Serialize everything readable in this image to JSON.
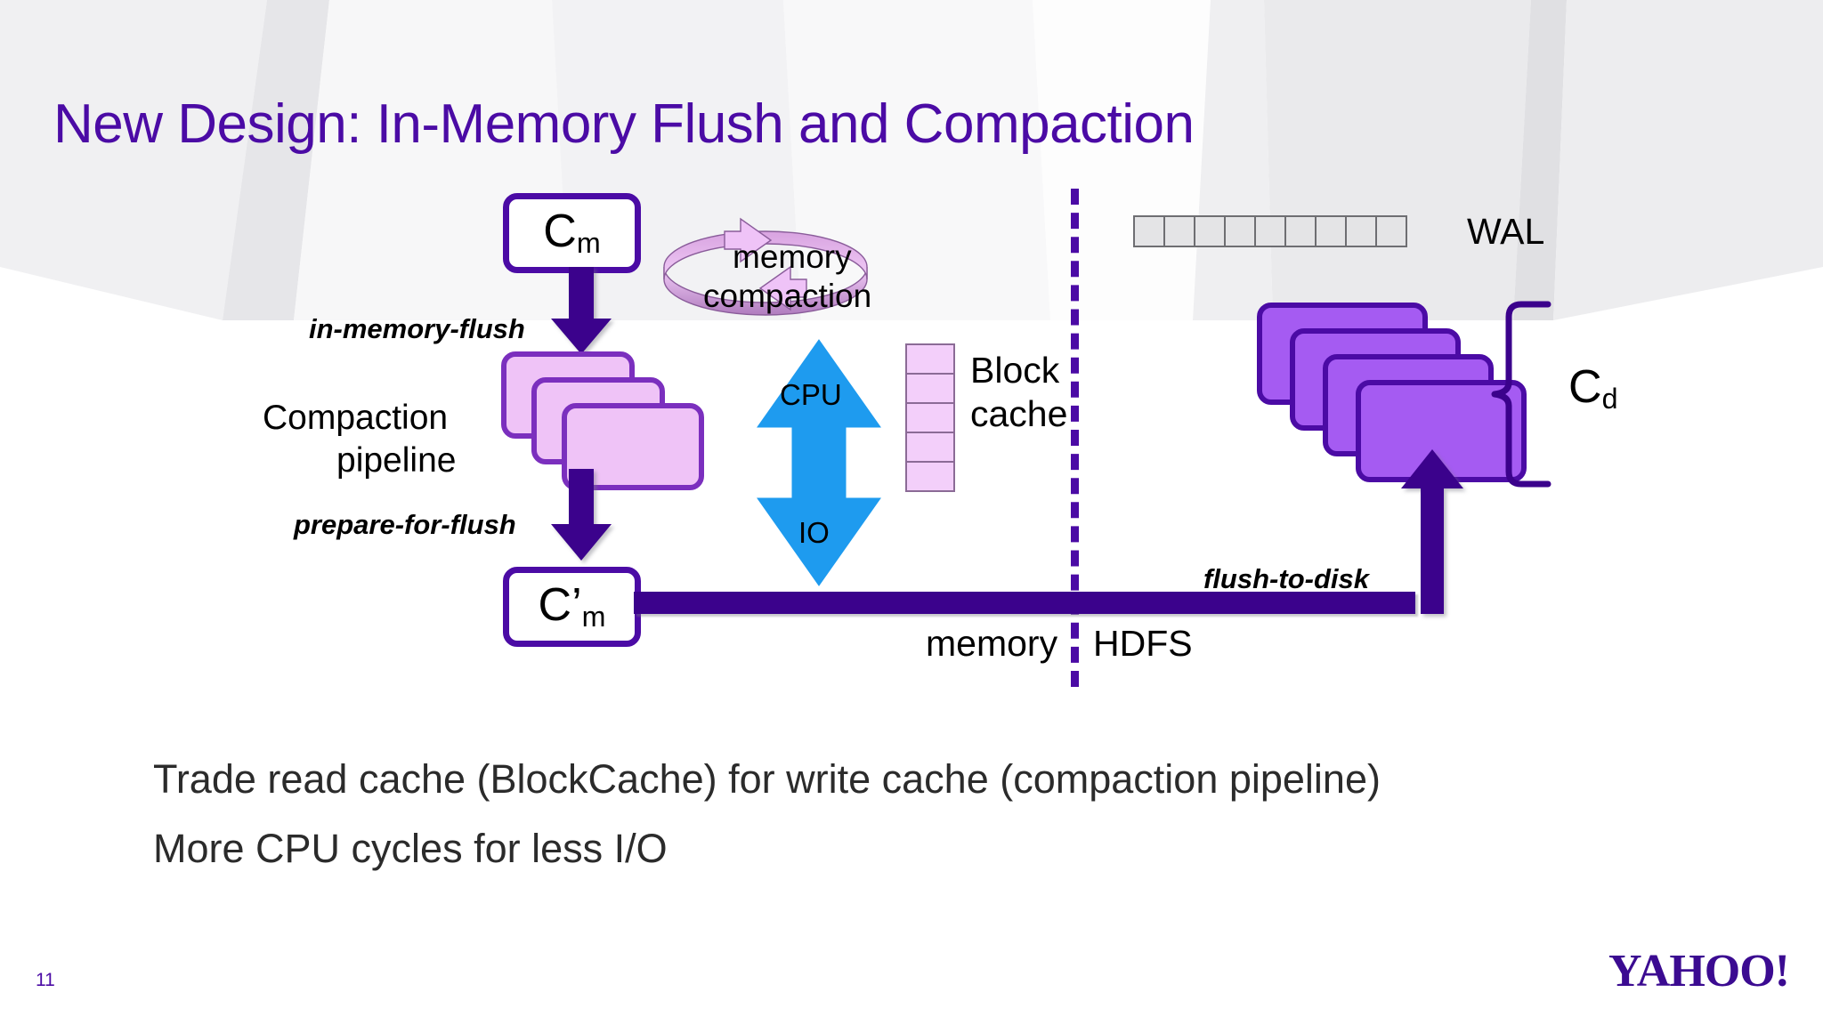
{
  "slide": {
    "title": "New Design: In-Memory Flush and Compaction",
    "page_number": "11",
    "logo": "YAHOO!",
    "title_color": "#4B0BA5",
    "accent_color": "#4B0BA5",
    "card_pink": "#EFC3F7",
    "card_violet": "#A55BF2",
    "cpu_arrow_color": "#1E9BEF",
    "wal_cell_color": "#E4E4E6"
  },
  "diagram": {
    "cm_box": {
      "label": "C",
      "subscript": "m"
    },
    "cm_prime_box": {
      "label": "C’",
      "subscript": "m"
    },
    "cd_label": {
      "label": "C",
      "subscript": "d"
    },
    "memory_compaction": {
      "line1": "memory",
      "line2": "compaction"
    },
    "in_memory_flush_label": "in-memory-flush",
    "prepare_for_flush_label": "prepare-for-flush",
    "flush_to_disk_label": "flush-to-disk",
    "compaction_pipeline": {
      "line1": "Compaction",
      "line2": "pipeline"
    },
    "cpu_io_arrow": {
      "top_label": "CPU",
      "bottom_label": "IO"
    },
    "block_cache": {
      "line1": "Block",
      "line2": "cache",
      "cells": 5
    },
    "wal": {
      "label": "WAL",
      "cells": 9
    },
    "boundary": {
      "left_label": "memory",
      "right_label": "HDFS"
    },
    "pipeline_cards": 3,
    "disk_cards": 4
  },
  "bullets": [
    "Trade read cache (BlockCache) for write cache (compaction pipeline)",
    "More CPU cycles for less I/O"
  ]
}
